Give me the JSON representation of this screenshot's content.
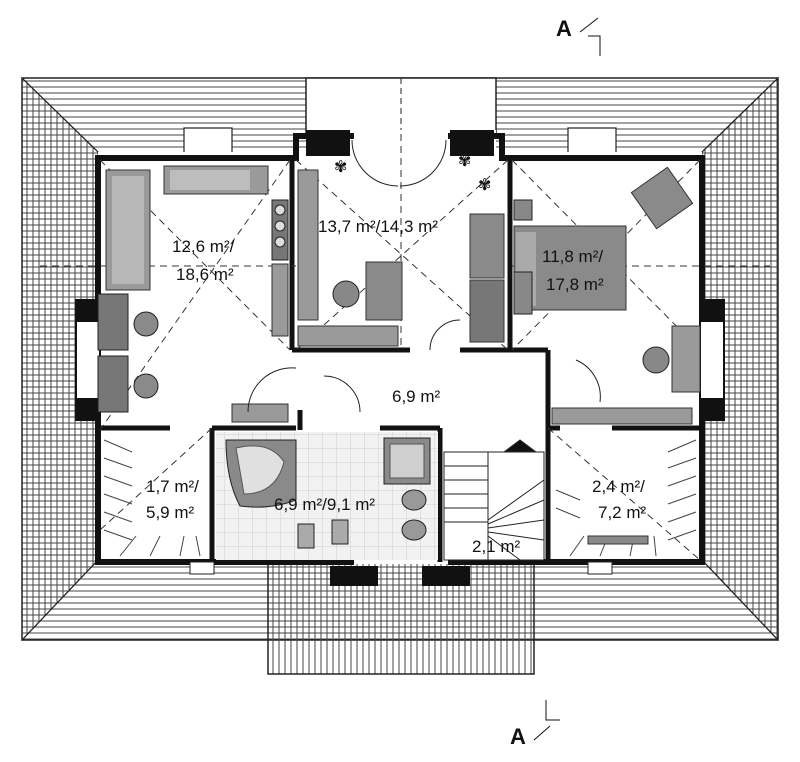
{
  "section_marks": {
    "top": "A",
    "bottom": "A"
  },
  "rooms": [
    {
      "id": "room-left-bedroom",
      "area_line1": "12,6 m²/",
      "area_line2": "18,6 m²"
    },
    {
      "id": "room-center-bedroom",
      "area_line1": "13,7 m²/14,3 m²",
      "area_line2": ""
    },
    {
      "id": "room-right-bedroom",
      "area_line1": "11,8 m²/",
      "area_line2": "17,8 m²"
    },
    {
      "id": "room-hallway",
      "area_line1": "6,9 m²",
      "area_line2": ""
    },
    {
      "id": "room-left-storage",
      "area_line1": "1,7 m²/",
      "area_line2": "5,9 m²"
    },
    {
      "id": "room-bathroom",
      "area_line1": "6,9 m²/9,1 m²",
      "area_line2": ""
    },
    {
      "id": "room-stair",
      "area_line1": "2,1 m²",
      "area_line2": ""
    },
    {
      "id": "room-right-storage",
      "area_line1": "2,4 m²/",
      "area_line2": "7,2 m²"
    }
  ],
  "colors": {
    "wall": "#111111",
    "roof_line": "#333333",
    "furniture": "#9a9a9a",
    "furniture_dark": "#6e6e6e",
    "floor": "#ffffff",
    "tile": "#d8d8d8"
  }
}
